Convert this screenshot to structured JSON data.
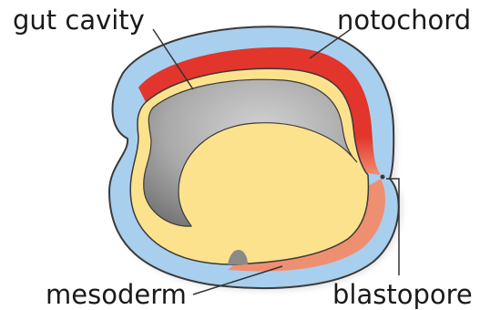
{
  "labels": {
    "gut_cavity": "gut cavity",
    "notochord": "notochord",
    "mesoderm": "mesoderm",
    "blastopore": "blastopore"
  },
  "colors": {
    "ectoderm": "#a9cfee",
    "ectoderm_outline": "#3a3a3a",
    "notochord": "#e2352b",
    "mesoderm": "#ef8f72",
    "yolk": "#fde28e",
    "gut_cavity_light": "#c9c9c9",
    "gut_cavity_dark": "#7a7a7a",
    "leader_line": "#333333"
  }
}
